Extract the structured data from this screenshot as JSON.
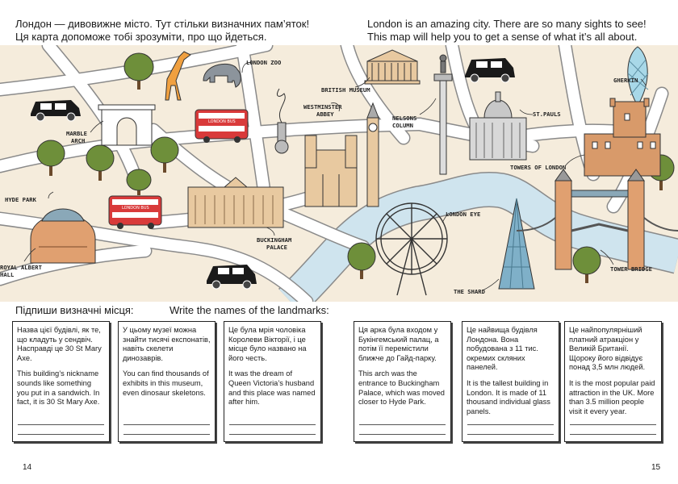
{
  "intro": {
    "ua": "Лондон — дивовижне місто. Тут стільки визначних пам’яток! Ця карта допоможе тобі зрозуміти, про що йдеться.",
    "en": "London is an amazing city. There are so many sights to see! This map will help you to get a sense of what it’s all about."
  },
  "map": {
    "labels": {
      "london_zoo": "LONDON ZOO",
      "british_museum": "BRITISH MUSEUM",
      "gherkin": "GHERKIN",
      "marble_arch": [
        "MARBLE",
        "ARCH"
      ],
      "westminster_abbey": [
        "WESTMINSTER",
        "ABBEY"
      ],
      "nelsons_column": [
        "NELSONS",
        "COLUMN"
      ],
      "st_pauls": "ST.PAULS",
      "towers_of_london": "TOWERS OF LONDON",
      "hyde_park": "HYDE PARK",
      "london_eye": "LONDON EYE",
      "buckingham_palace": [
        "BUCKINGHAM",
        "PALACE"
      ],
      "royal_albert_hall": [
        "ROYAL ALBERT",
        "HALL"
      ],
      "tower_bridge": "TOWER BRIDGE",
      "the_shard": "THE SHARD",
      "bus_text": "LONDON BUS"
    },
    "colors": {
      "ground": "#f5ecdc",
      "road": "#ffffff",
      "road_edge": "#8a8a8a",
      "river": "#cfe4ee",
      "bus": "#d93a3a",
      "tree": "#6e8f3a",
      "trunk": "#6b4a2b",
      "building": "#e8c9a0",
      "giraffe": "#f0a040",
      "elephant": "#8c949c"
    }
  },
  "prompts": {
    "ua": "Підпиши визначні місця:",
    "en": "Write the names of  the landmarks:"
  },
  "cards": [
    {
      "ua": "Назва цієї будівлі, як те, що кладуть у сендвіч. Насправді це 30 St Mary Axe.",
      "en": "This building’s nickname sounds like something you put in a sandwich. In fact, it is 30 St Mary Axe."
    },
    {
      "ua": "У цьому музеї можна знайти тисячі експонатів, навіть скелети динозаврів.",
      "en": "You can find thousands of exhibits in this museum, even dinosaur skeletons."
    },
    {
      "ua": "Це була мрія чоловіка Королеви Вікторії, і це місце було названо на його честь.",
      "en": "It was the dream of Queen Victoria’s husband and this place was named after him."
    },
    {
      "ua": "Ця арка була входом у Букінгемський палац, а потім її перемістили ближче до Гайд-парку.",
      "en": "This arch was the entrance to Buckingham Palace, which was moved closer to Hyde Park."
    },
    {
      "ua": "Це найвища будівля Лондона. Вона побудована з 11 тис. окремих скляних панелей.",
      "en": "It is the tallest building in London. It is made of 11 thousand individual glass panels."
    },
    {
      "ua": "Це найпопулярніший платний атракціон у Великій Британії. Щороку його відвідує понад 3,5 млн людей.",
      "en": "It is the most popular paid attraction in the UK. More than 3.5 million people visit it every year."
    }
  ],
  "pages": {
    "left": "14",
    "right": "15"
  }
}
